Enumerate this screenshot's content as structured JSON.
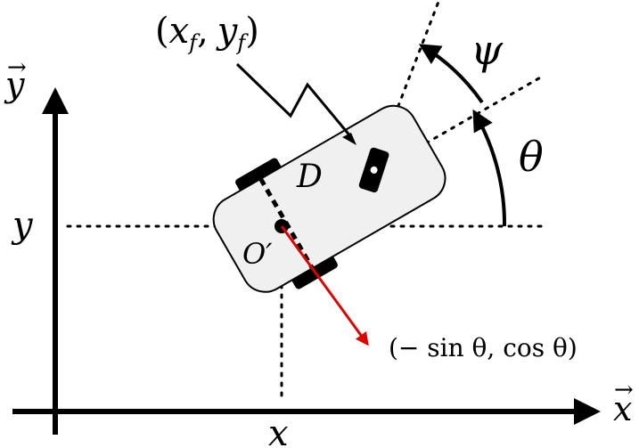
{
  "diagram": {
    "labels": {
      "front_point": "(x_f, y_f)",
      "front_point_x": "x",
      "front_point_x_sub": "f",
      "front_point_sep": ",",
      "front_point_y": "y",
      "front_point_y_sub": "f",
      "open_paren": "(",
      "close_paren": ")",
      "psi": "ψ",
      "theta": "θ",
      "y_axis": "y",
      "x_axis": "x",
      "y_coord": "y",
      "x_coord": "x",
      "distance": "D",
      "origin": "O′",
      "lateral_vector": "(− sin θ,  cos θ)"
    },
    "colors": {
      "lateral_arrow": "#e00000",
      "body_fill": "#f0f0f0",
      "ink": "#000000"
    }
  }
}
